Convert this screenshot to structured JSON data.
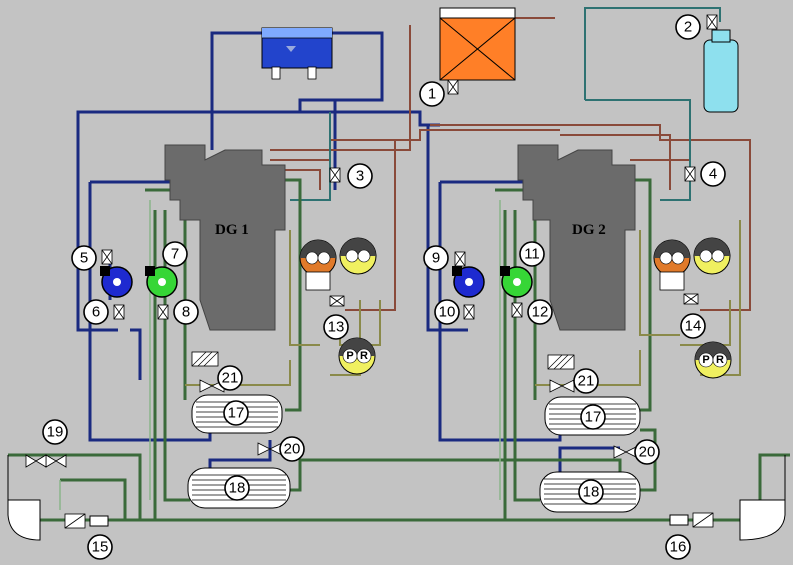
{
  "engines": [
    {
      "label": "DG 1"
    },
    {
      "label": "DG 2"
    }
  ],
  "markers": [
    "1",
    "2",
    "3",
    "4",
    "5",
    "6",
    "7",
    "8",
    "9",
    "10",
    "11",
    "12",
    "13",
    "14",
    "15",
    "16",
    "17",
    "17",
    "18",
    "18",
    "19",
    "20",
    "20",
    "21",
    "21"
  ],
  "pr_labels": {
    "p": "P",
    "r": "R"
  },
  "colors": {
    "background": "#c3c3c3",
    "fresh_water": "#1a2a80",
    "fuel_brown": "#8a4a3a",
    "sea_water": "#3a6a3a",
    "air_teal": "#2e7272",
    "expansion_tank": "#2244cc",
    "day_tank": "#ff7f27",
    "air_bottle": "#8ee0ee",
    "pump_blue": "#1e2ad0",
    "pump_green": "#36d636",
    "separator_yellow": "#f0f060",
    "separator_orange": "#e07a2a"
  }
}
